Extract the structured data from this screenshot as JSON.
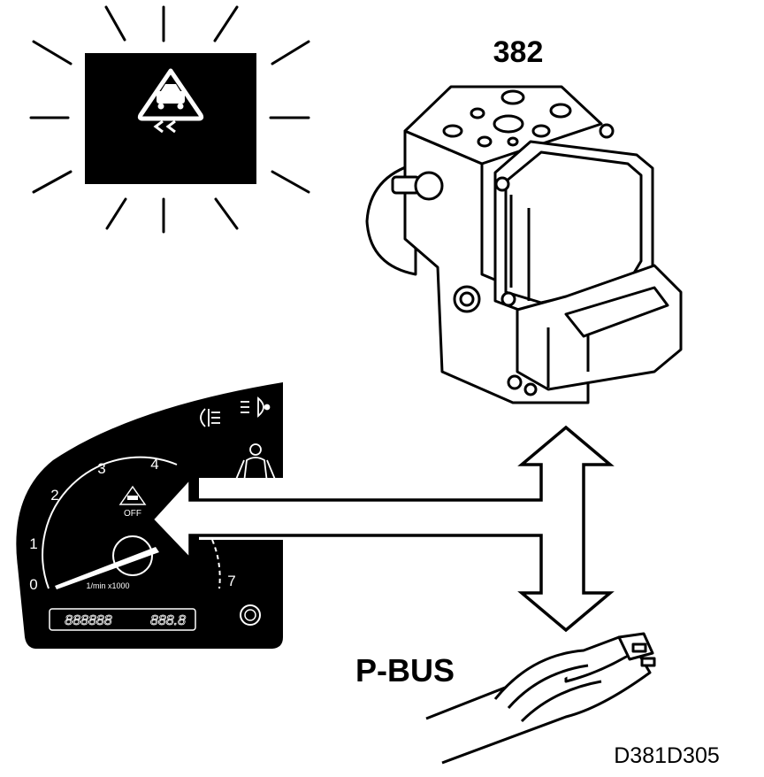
{
  "diagram": {
    "module_label": "382",
    "bus_label": "P-BUS",
    "figure_id": "D381D305",
    "tach_numbers": [
      "0",
      "1",
      "2",
      "3",
      "4",
      "7"
    ],
    "tach_unit": "1/min x1000",
    "tcs_off_text": "OFF",
    "odometer_left": "888888",
    "odometer_right": "888.8"
  }
}
